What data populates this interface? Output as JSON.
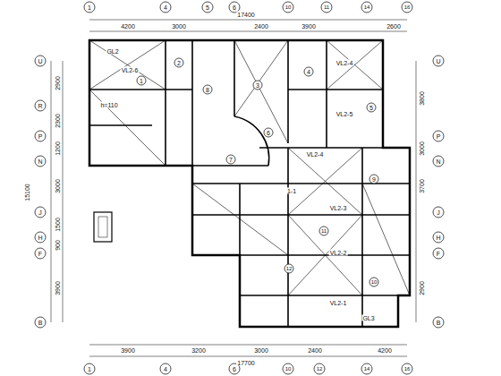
{
  "diagram": {
    "labels": [
      "17400",
      "4200",
      "3000",
      "2400",
      "3900",
      "2600",
      "1",
      "4",
      "5",
      "6",
      "10",
      "11",
      "14",
      "16",
      "17700",
      "3900",
      "3200",
      "3000",
      "2400",
      "4200",
      "1",
      "4",
      "6",
      "10",
      "12",
      "14",
      "16",
      "U",
      "R",
      "P",
      "N",
      "J",
      "H",
      "F",
      "B",
      "U",
      "P",
      "N",
      "J",
      "H",
      "F",
      "B",
      "15100",
      "2900",
      "2300",
      "1200",
      "3000",
      "1500",
      "900",
      "3900",
      "3800",
      "3000",
      "3700",
      "2900",
      "GL2",
      "VL2-6",
      "h=110",
      "VL2-4",
      "VL2-5",
      "VL2-4",
      "1-1",
      "VL2-3",
      "VL2-2",
      "VL2-1",
      "GL3",
      "1",
      "2",
      "3",
      "4",
      "5",
      "6",
      "7",
      "8",
      "9",
      "10",
      "11",
      "12"
    ]
  }
}
